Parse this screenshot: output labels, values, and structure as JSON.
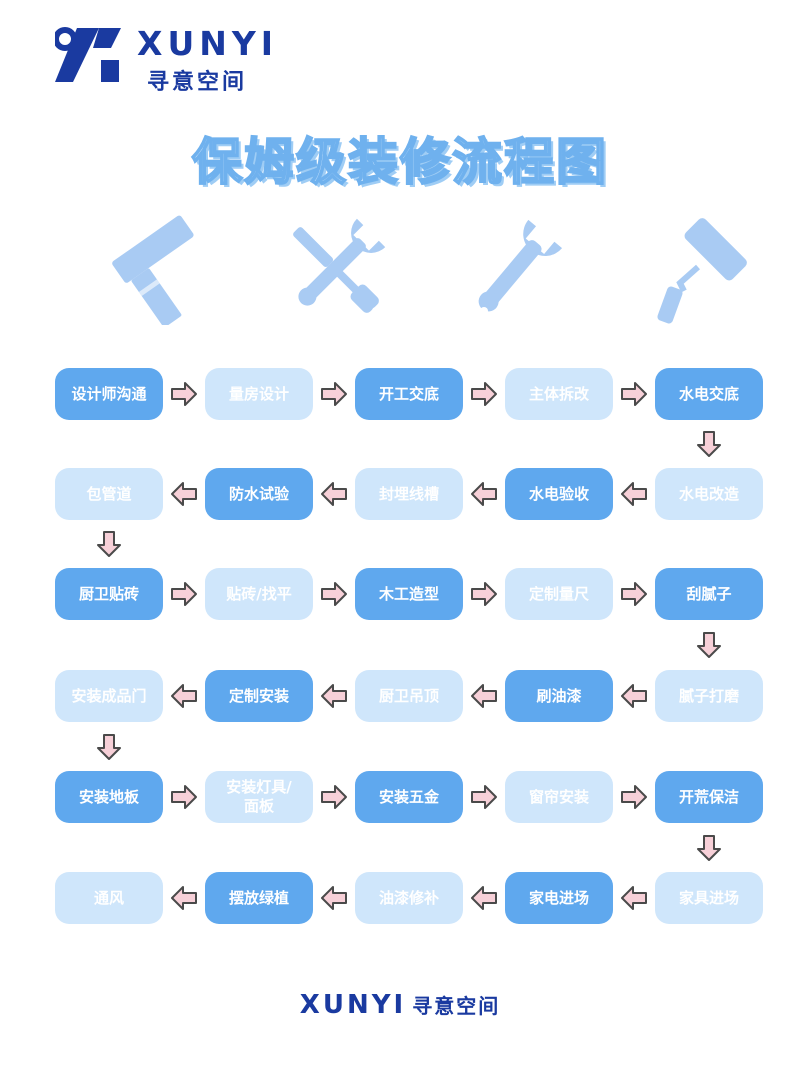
{
  "brand": {
    "name_en": "XUNYI",
    "name_cn": "寻意空间",
    "color": "#1a3aa0"
  },
  "title": "保姆级装修流程图",
  "colors": {
    "step_dark": "#5fa8ee",
    "step_light": "#cfe6fb",
    "arrow_fill": "#f7d0d8",
    "arrow_stroke": "#4a4a4a",
    "tool": "#a9cbf3"
  },
  "tools": [
    "hammer-icon",
    "wrench-screwdriver-icon",
    "wrench-icon",
    "paint-roller-icon"
  ],
  "steps": [
    {
      "label": "设计师沟通",
      "style": "dark"
    },
    {
      "label": "量房设计",
      "style": "light"
    },
    {
      "label": "开工交底",
      "style": "dark"
    },
    {
      "label": "主体拆改",
      "style": "light"
    },
    {
      "label": "水电交底",
      "style": "dark"
    },
    {
      "label": "水电改造",
      "style": "light"
    },
    {
      "label": "水电验收",
      "style": "dark"
    },
    {
      "label": "封埋线槽",
      "style": "light"
    },
    {
      "label": "防水试验",
      "style": "dark"
    },
    {
      "label": "包管道",
      "style": "light"
    },
    {
      "label": "厨卫贴砖",
      "style": "dark"
    },
    {
      "label": "贴砖/找平",
      "style": "light"
    },
    {
      "label": "木工造型",
      "style": "dark"
    },
    {
      "label": "定制量尺",
      "style": "light"
    },
    {
      "label": "刮腻子",
      "style": "dark"
    },
    {
      "label": "腻子打磨",
      "style": "light"
    },
    {
      "label": "刷油漆",
      "style": "dark"
    },
    {
      "label": "厨卫吊顶",
      "style": "light"
    },
    {
      "label": "定制安装",
      "style": "dark"
    },
    {
      "label": "安装成品门",
      "style": "light"
    },
    {
      "label": "安装地板",
      "style": "dark"
    },
    {
      "label": "安装灯具/\n面板",
      "style": "light"
    },
    {
      "label": "安装五金",
      "style": "dark"
    },
    {
      "label": "窗帘安装",
      "style": "light"
    },
    {
      "label": "开荒保洁",
      "style": "dark"
    },
    {
      "label": "家具进场",
      "style": "light"
    },
    {
      "label": "家电进场",
      "style": "dark"
    },
    {
      "label": "油漆修补",
      "style": "light"
    },
    {
      "label": "摆放绿植",
      "style": "dark"
    },
    {
      "label": "通风",
      "style": "light"
    }
  ]
}
